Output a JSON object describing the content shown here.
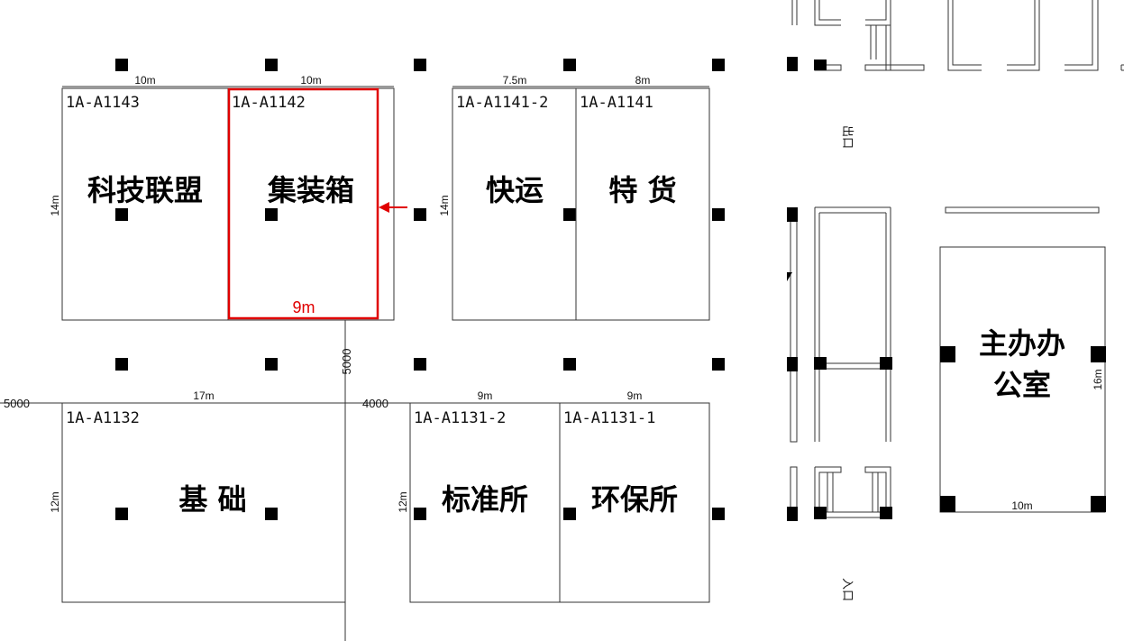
{
  "booths": {
    "a1143": {
      "code": "1A-A1143",
      "name": "科技联盟",
      "width": "10m",
      "depth": "14m"
    },
    "a1142": {
      "code": "1A-A1142",
      "name": "集装箱",
      "width": "10m",
      "highlight_width": "9m"
    },
    "a1141_2": {
      "code": "1A-A1141-2",
      "name": "快运",
      "width": "7.5m",
      "depth": "14m"
    },
    "a1141": {
      "code": "1A-A1141",
      "name": "特 货",
      "width": "8m"
    },
    "a1132": {
      "code": "1A-A1132",
      "name": "基 础",
      "width": "17m",
      "depth": "12m"
    },
    "a1131_2": {
      "code": "1A-A1131-2",
      "name": "标准所",
      "width": "9m",
      "depth": "12m"
    },
    "a1131_1": {
      "code": "1A-A1131-1",
      "name": "环保所",
      "width": "9m"
    },
    "office": {
      "name_line1": "主办办",
      "name_line2": "公室",
      "width": "10m",
      "depth": "16m"
    }
  },
  "dimensions": {
    "left_offset": "5000",
    "vertical_aisle": "5000",
    "middle_aisle": "4000"
  },
  "entrances": {
    "exit": "出口",
    "entry": "入口"
  },
  "colors": {
    "highlight": "#e00000",
    "line": "#333333",
    "column": "#000000"
  }
}
